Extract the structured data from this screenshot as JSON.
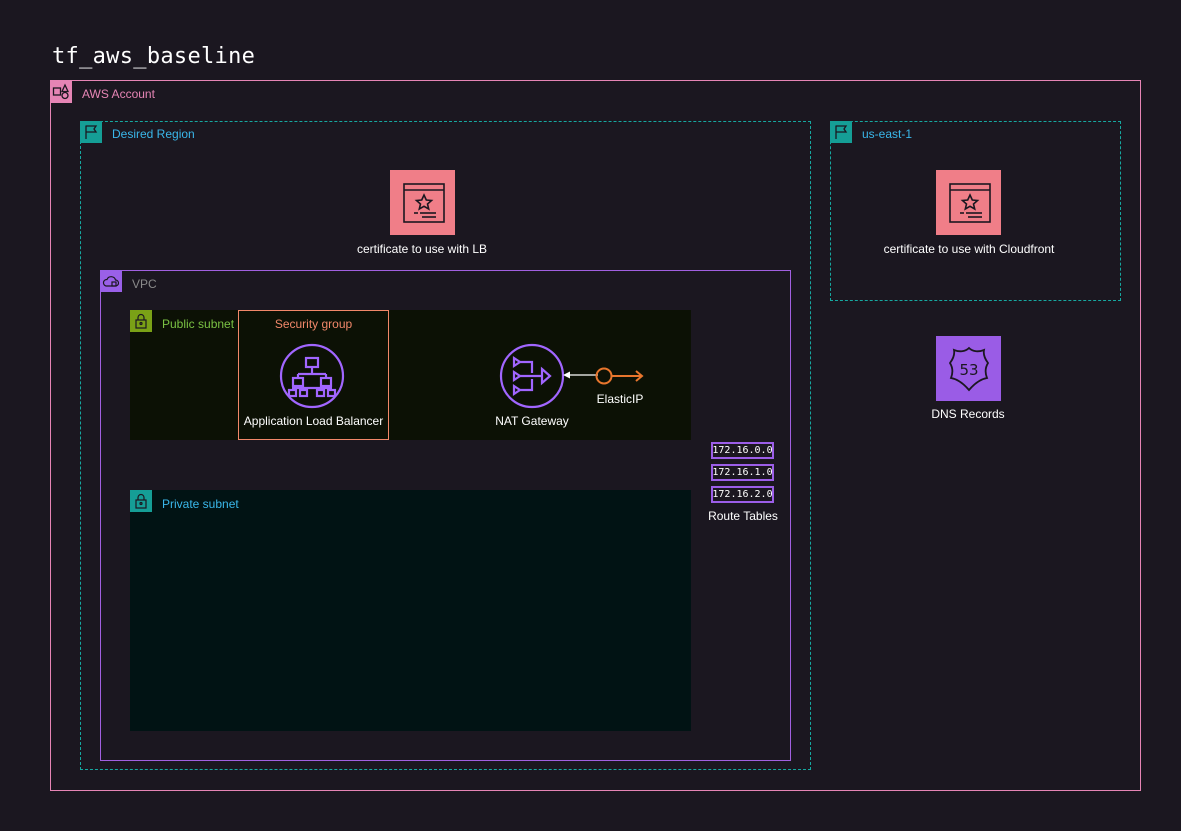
{
  "title": "tf_aws_baseline",
  "account": {
    "label": "AWS Account"
  },
  "regions": {
    "desired": {
      "label": "Desired Region"
    },
    "us_east": {
      "label": "us-east-1"
    }
  },
  "certificates": {
    "lb": {
      "label": "certificate to use with LB"
    },
    "cloudfront": {
      "label": "certificate to use with Cloudfront"
    }
  },
  "vpc": {
    "label": "VPC"
  },
  "subnets": {
    "public": {
      "label": "Public subnet"
    },
    "private": {
      "label": "Private subnet"
    }
  },
  "security_group": {
    "label": "Security group"
  },
  "alb": {
    "label": "Application Load Balancer"
  },
  "nat": {
    "label": "NAT Gateway"
  },
  "eip": {
    "label": "ElasticIP"
  },
  "route_tables": {
    "label": "Route Tables",
    "entries": [
      "172.16.0.0",
      "172.16.1.0",
      "172.16.2.0"
    ]
  },
  "dns": {
    "label": "DNS Records",
    "icon_text": "53"
  },
  "colors": {
    "background": "#1b1720",
    "account": "#e685b5",
    "region": "#16a8a0",
    "vpc": "#a160e0",
    "public_subnet": "#7aa116",
    "private_subnet": "#159e96",
    "security_group": "#f2886a",
    "certificate": "#f07e88",
    "dns": "#9a5ce6"
  }
}
